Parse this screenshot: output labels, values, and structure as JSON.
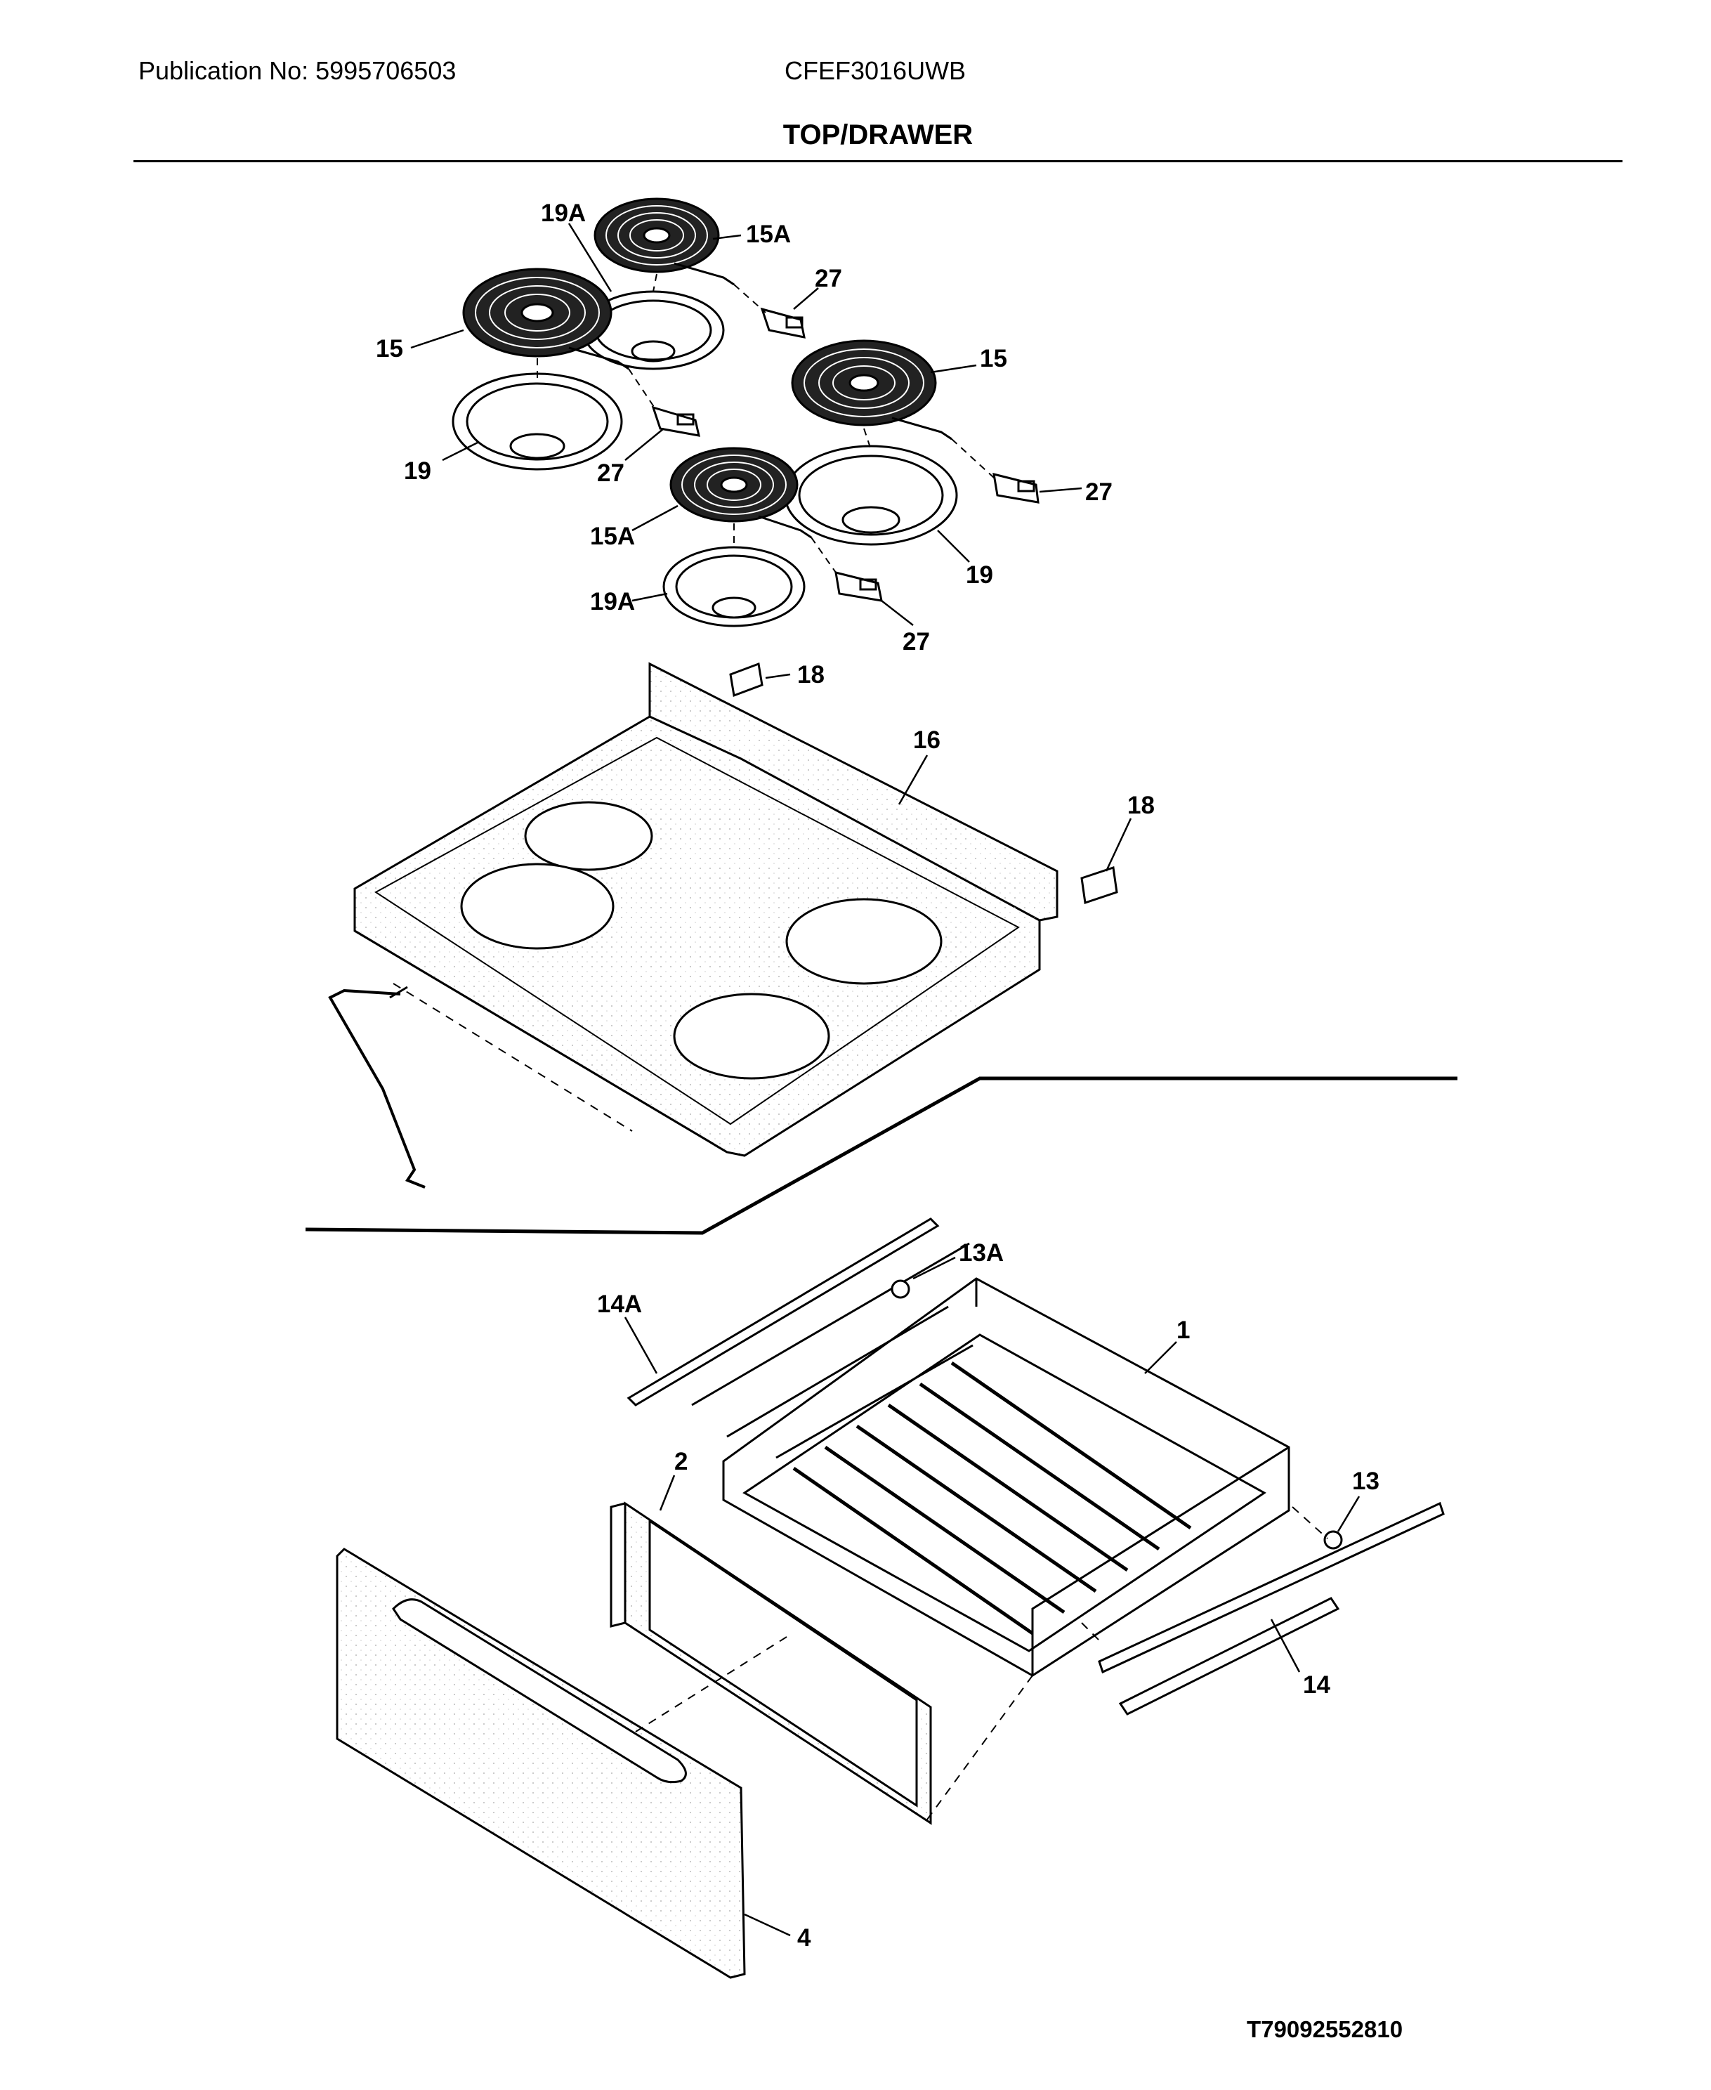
{
  "header": {
    "publication": "Publication No: 5995706503",
    "model": "CFEF3016UWB",
    "section_title": "TOP/DRAWER"
  },
  "callouts": [
    "19A",
    "15A",
    "27",
    "15",
    "15",
    "19",
    "27",
    "27",
    "15A",
    "19",
    "19A",
    "27",
    "18",
    "16",
    "18",
    "13A",
    "14A",
    "1",
    "2",
    "13",
    "14",
    "4"
  ],
  "footer": {
    "diagram_code": "T79092552810"
  }
}
